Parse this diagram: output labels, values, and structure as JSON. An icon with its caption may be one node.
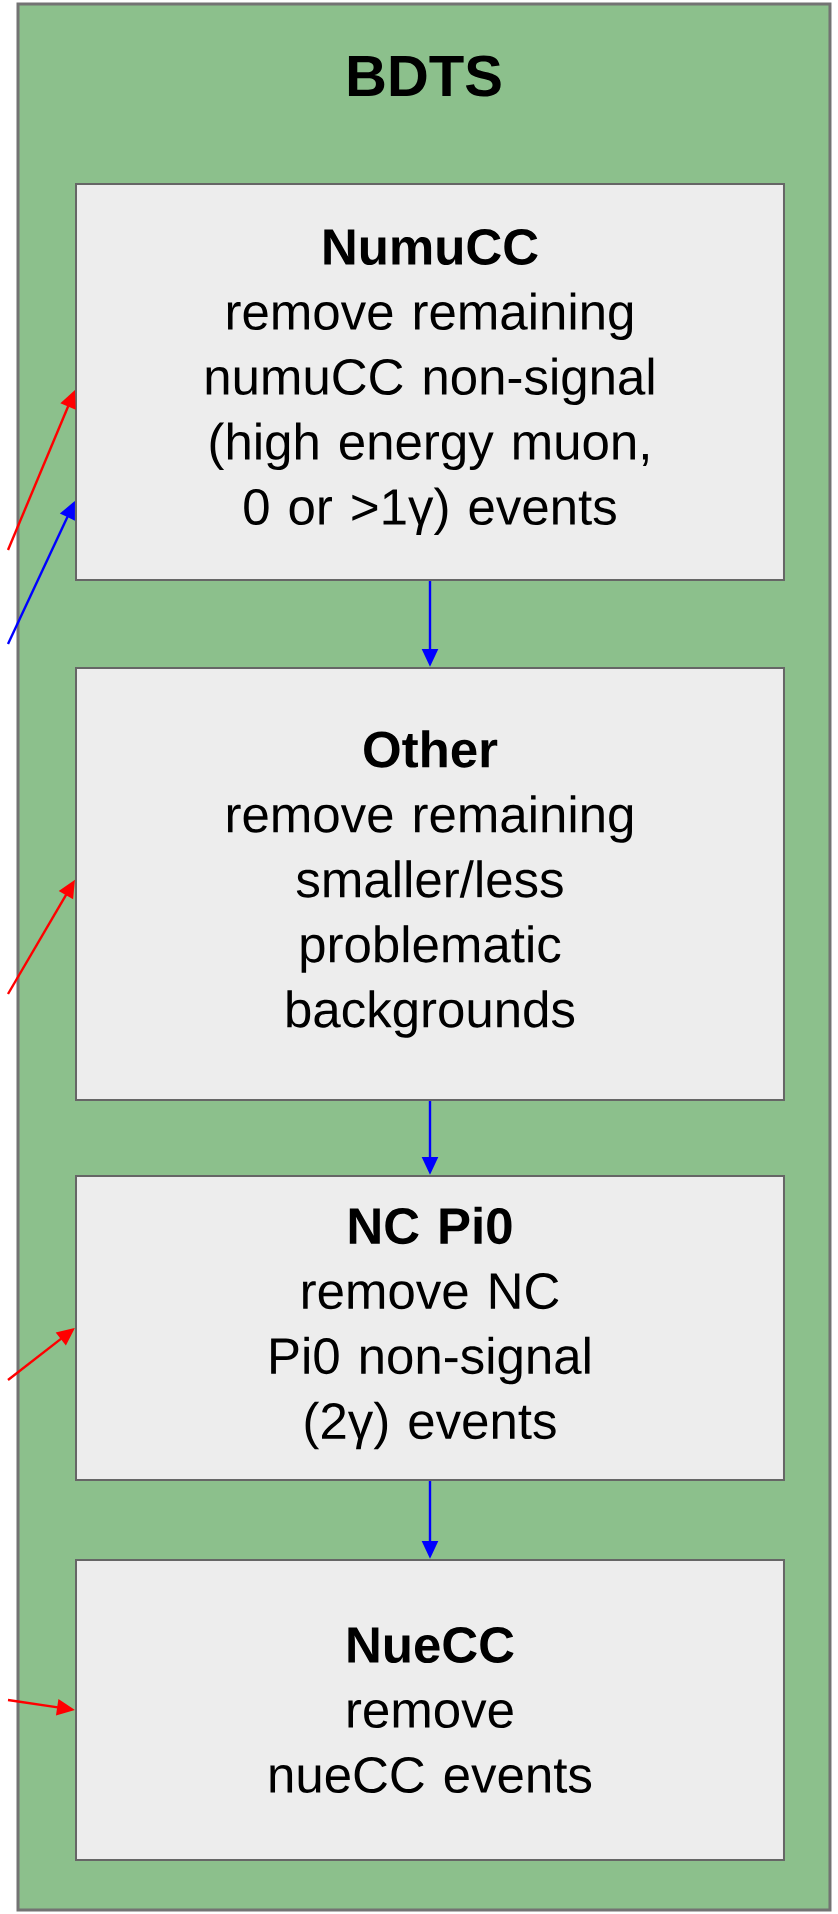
{
  "diagram": {
    "nodes": [
      {
        "text": [
          "BDTS"
        ]
      },
      {
        "text": [
          "NumuCC",
          "remove remaining numuCC non-signal (high energy muon, 0 or >1γ) events"
        ],
        "in": 0
      },
      {
        "text": [
          "Other",
          "remove remaining smaller/less problematic backgrounds"
        ],
        "in": 0
      },
      {
        "text": [
          "NC Pi0",
          "remove NC Pi0 non-signal (2γ) events"
        ],
        "in": 0
      },
      {
        "text": [
          "NueCC",
          "remove nueCC events"
        ],
        "in": 0
      }
    ],
    "edges": [
      {
        "from": 1,
        "to": 2,
        "arrow": "to",
        "color": "#0000ff"
      },
      {
        "from": 2,
        "to": 3,
        "arrow": "to",
        "color": "#0000ff"
      },
      {
        "from": 3,
        "to": 4,
        "arrow": "to",
        "color": "#0000ff"
      },
      {
        "from": null,
        "to": 1,
        "arrow": "to",
        "color": "#ff0000"
      },
      {
        "from": null,
        "to": 1,
        "arrow": "to",
        "color": "#0000ff"
      },
      {
        "from": null,
        "to": 2,
        "arrow": "to",
        "color": "#ff0000"
      },
      {
        "from": null,
        "to": 3,
        "arrow": "to",
        "color": "#ff0000"
      },
      {
        "from": null,
        "to": 4,
        "arrow": "to",
        "color": "#ff0000"
      }
    ]
  }
}
